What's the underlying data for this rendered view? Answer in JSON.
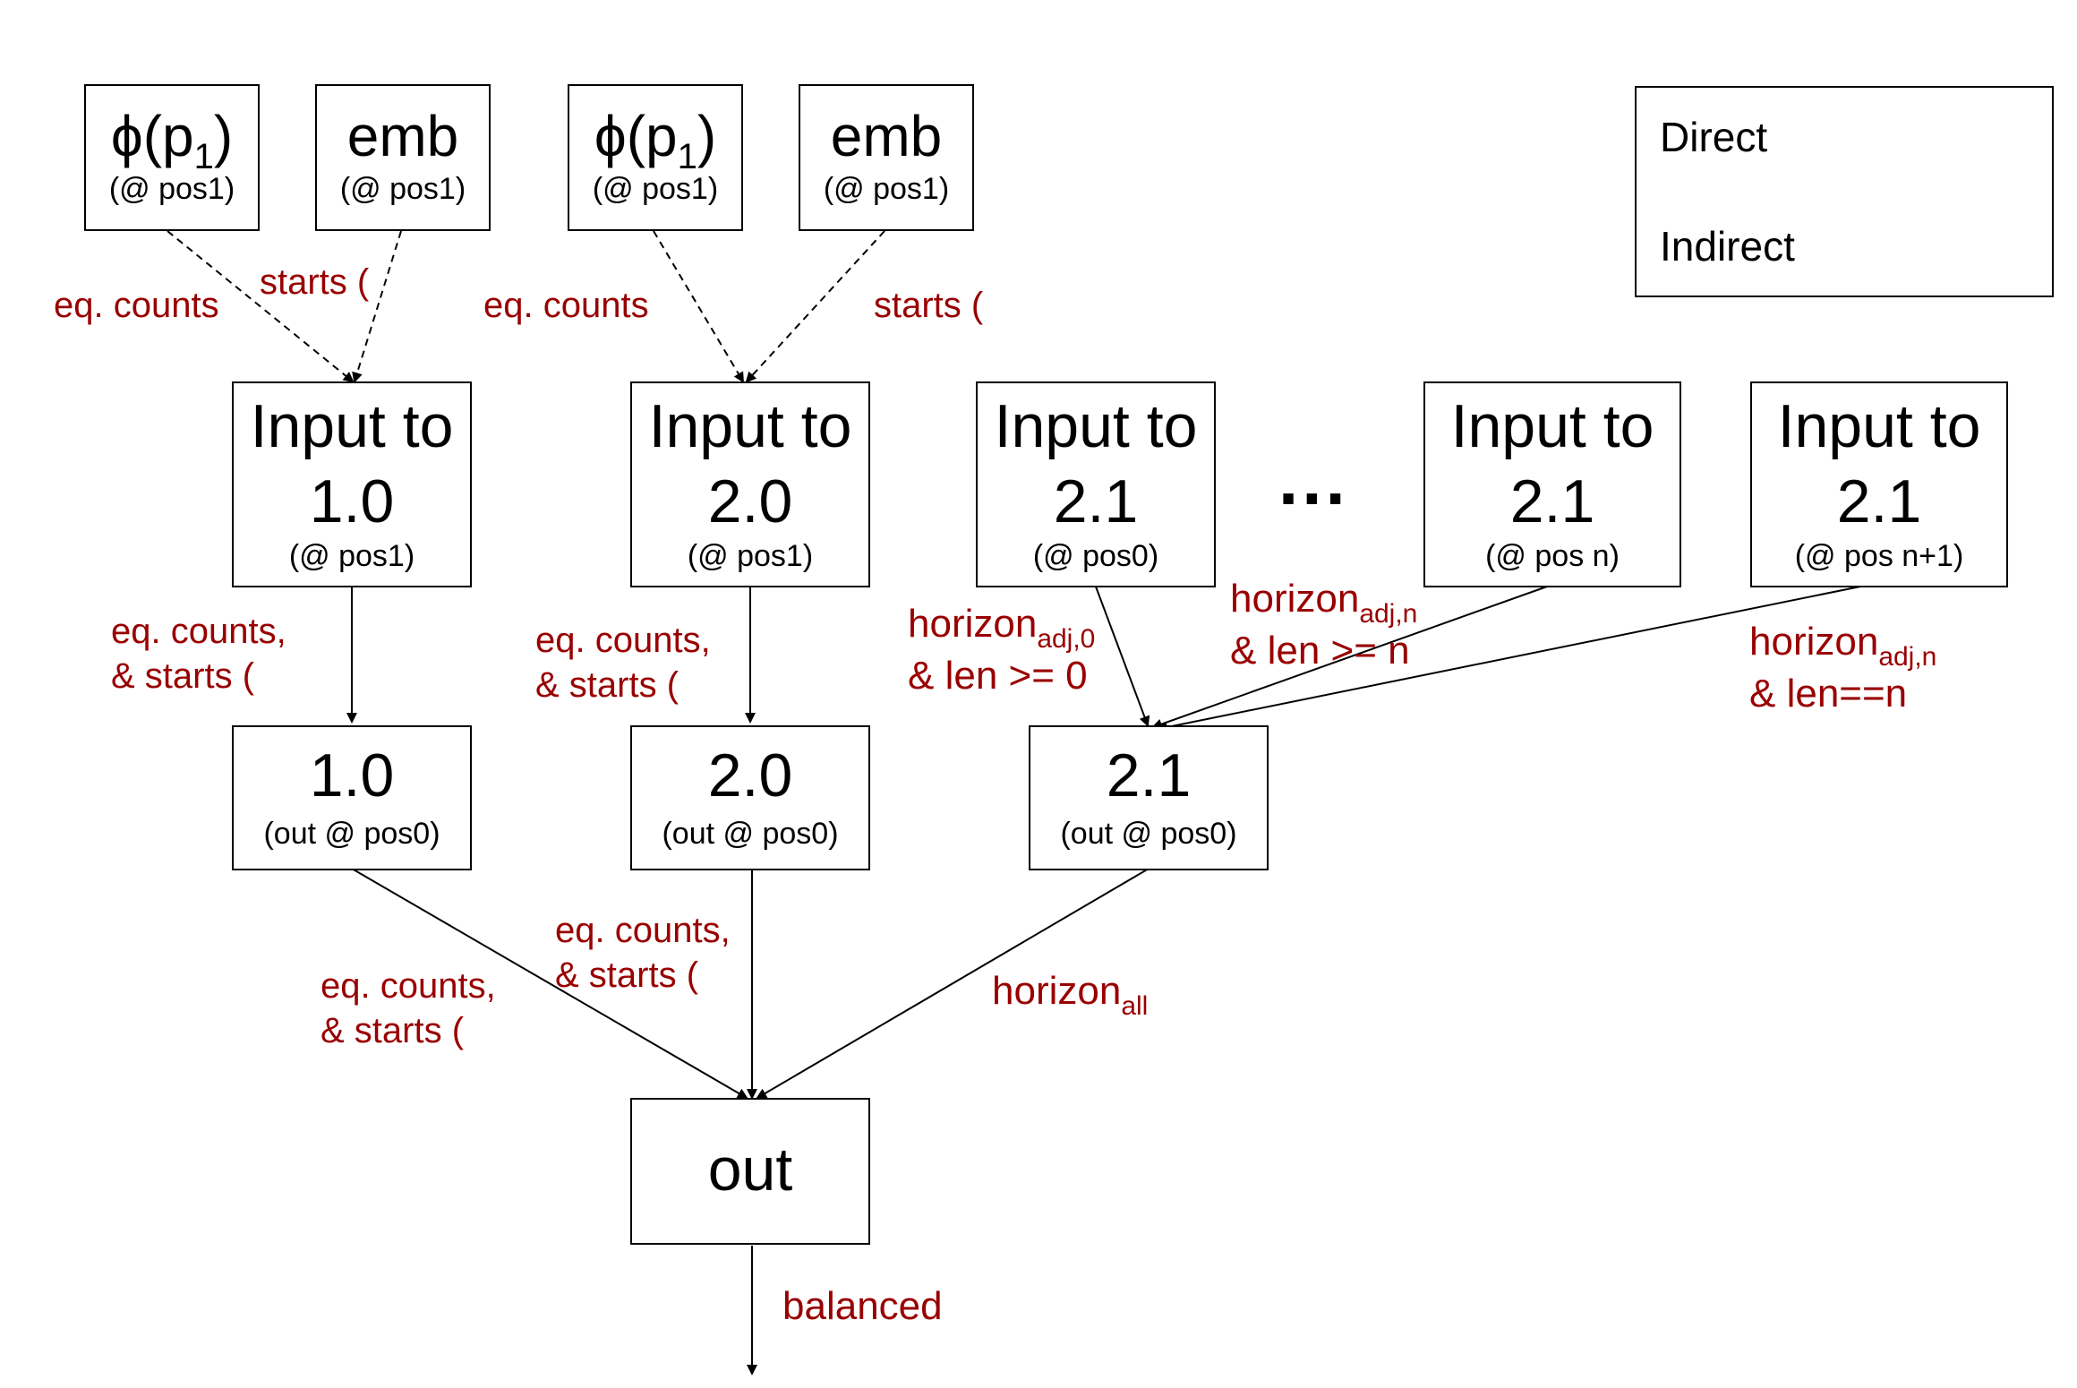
{
  "source_nodes": [
    {
      "id": "phi1",
      "title": "ϕ(p",
      "subscript": "1",
      "title_close": ")",
      "sub": "(@ pos1)"
    },
    {
      "id": "emb1",
      "title": "emb",
      "sub": "(@ pos1)"
    },
    {
      "id": "phi2",
      "title": "ϕ(p",
      "subscript": "1",
      "title_close": ")",
      "sub": "(@ pos1)"
    },
    {
      "id": "emb2",
      "title": "emb",
      "sub": "(@ pos1)"
    }
  ],
  "input_nodes": [
    {
      "id": "in10",
      "line1": "Input to",
      "line2": "1.0",
      "sub": "(@ pos1)"
    },
    {
      "id": "in20",
      "line1": "Input to",
      "line2": "2.0",
      "sub": "(@ pos1)"
    },
    {
      "id": "in21a",
      "line1": "Input to",
      "line2": "2.1",
      "sub": "(@ pos0)"
    },
    {
      "id": "in21n",
      "line1": "Input to",
      "line2": "2.1",
      "sub": "(@ pos n)"
    },
    {
      "id": "in21n1",
      "line1": "Input to",
      "line2": "2.1",
      "sub": "(@ pos n+1)"
    }
  ],
  "ellipsis": "...",
  "head_nodes": [
    {
      "id": "h10",
      "title": "1.0",
      "sub": "(out @ pos0)"
    },
    {
      "id": "h20",
      "title": "2.0",
      "sub": "(out @ pos0)"
    },
    {
      "id": "h21",
      "title": "2.1",
      "sub": "(out @ pos0)"
    }
  ],
  "out_node": {
    "title": "out"
  },
  "edge_labels": {
    "eq_counts_1": "eq. counts",
    "starts_1": "starts (",
    "eq_counts_2": "eq. counts",
    "starts_2": "starts (",
    "in10_line1": "eq. counts,",
    "in10_line2": "& starts (",
    "in20_line1": "eq. counts,",
    "in20_line2": "& starts (",
    "adj0_main": "horizon",
    "adj0_sub": "adj,0",
    "adj0_line2": "& len >= 0",
    "adjn_main": "horizon",
    "adjn_sub": "adj,n",
    "adjn_line2": "& len >= n",
    "adjn1_main": "horizon",
    "adjn1_sub": "adj,n",
    "adjn1_line2": "& len==n",
    "h10_line1": "eq. counts,",
    "h10_line2": "& starts (",
    "h20_line1": "eq. counts,",
    "h20_line2": "& starts (",
    "all_main": "horizon",
    "all_sub": "all",
    "balanced": "balanced"
  },
  "legend": {
    "direct": "Direct",
    "indirect": "Indirect"
  },
  "colors": {
    "label_red": "#990000",
    "line": "#000000"
  }
}
